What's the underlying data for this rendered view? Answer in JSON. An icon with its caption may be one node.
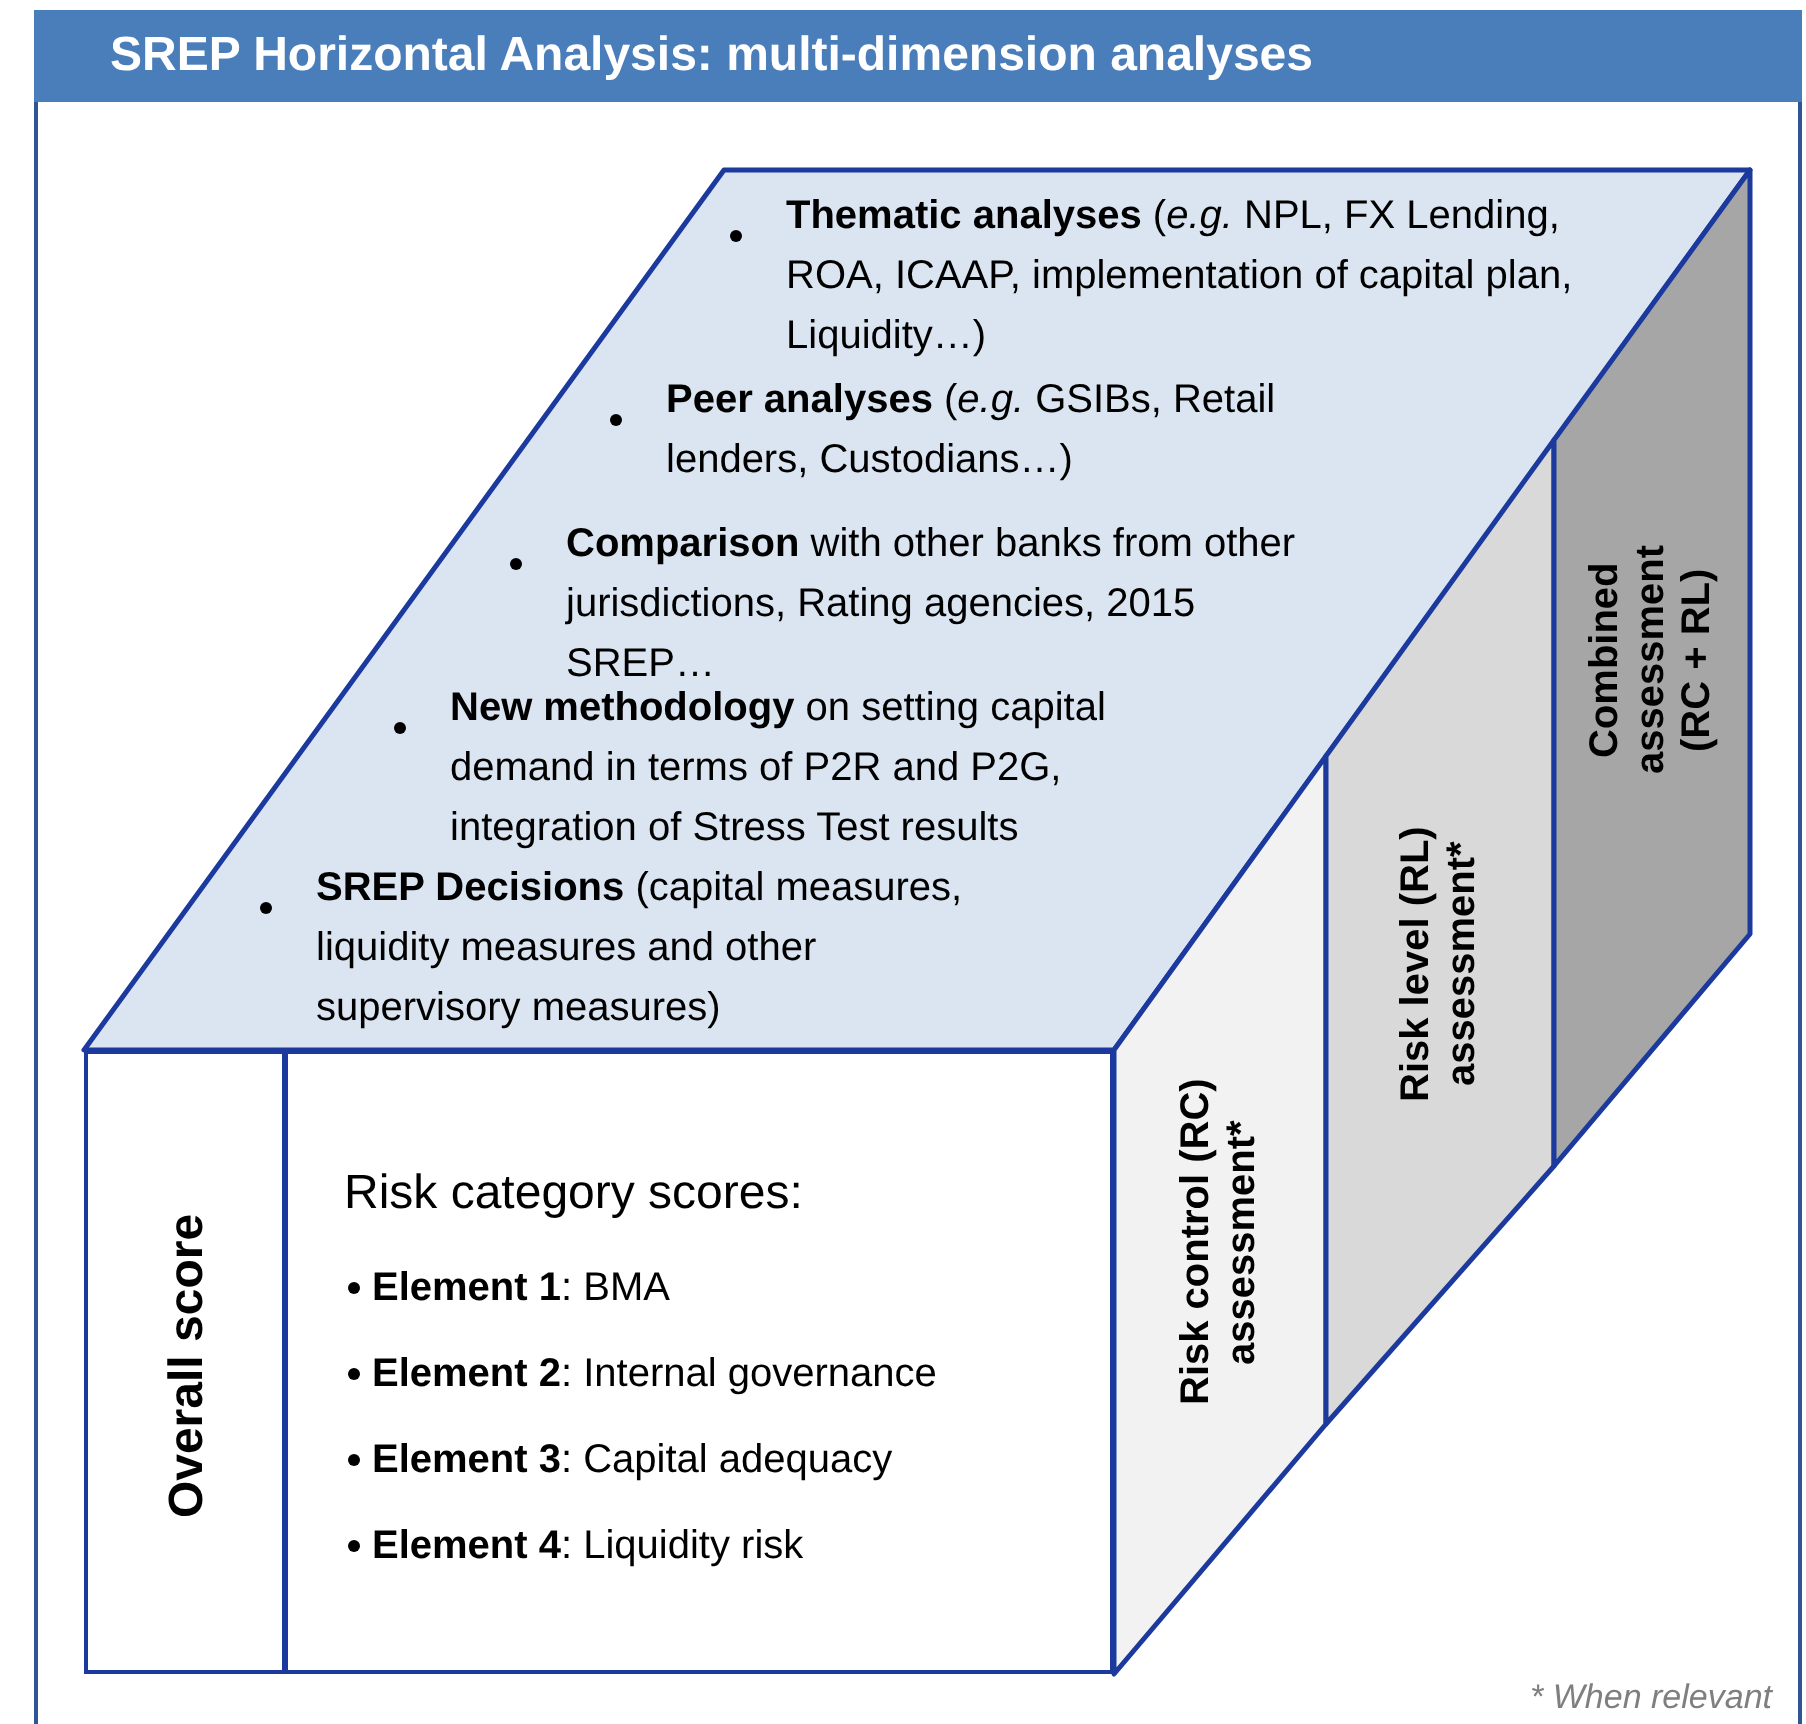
{
  "diagram": {
    "title": "SREP Horizontal Analysis: multi-dimension analyses",
    "nodes": [
      {
        "text": [
          "**Thematic analyses** (*e.g.* NPL, FX Lending, ROA, ICAAP, implementation of capital plan, Liquidity…)",
          "**Peer analyses** (*e.g.* GSIBs, Retail lenders, Custodians…)",
          "**Comparison** with other banks from other jurisdictions, Rating agencies, 2015 SREP…",
          "**New methodology** on setting capital demand in terms of P2R and P2G, integration of Stress Test results",
          "**SREP Decisions** (capital measures, liquidity measures and other supervisory measures)"
        ]
      },
      {
        "text": [
          "Overall score"
        ]
      },
      {
        "text": [
          "Risk category scores:",
          "**Element 1**: BMA",
          "**Element 2**: Internal governance",
          "**Element 3**: Capital adequacy",
          "**Element 4**: Liquidity risk"
        ]
      },
      {
        "text": [
          "Risk control (RC) assessment*"
        ]
      },
      {
        "text": [
          "Risk level (RL) assessment*"
        ]
      },
      {
        "text": [
          "Combined assessment (RC + RL)"
        ]
      }
    ],
    "edges": [],
    "labels": [
      "* When relevant"
    ]
  }
}
